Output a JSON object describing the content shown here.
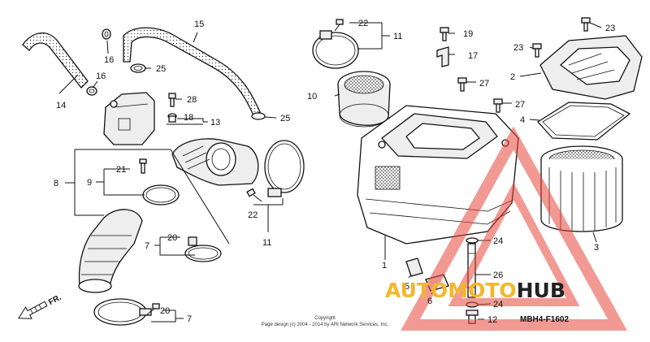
{
  "diagram": {
    "code": "MBH4-F1602",
    "direction_label": "FR.",
    "copyright_line1": "Copyright",
    "copyright_line2": "Page design (c) 2004 - 2014 by ARI Network Services, Inc.",
    "callouts": {
      "c1": "1",
      "c2": "2",
      "c3": "3",
      "c4": "4",
      "c5": "5",
      "c6": "6",
      "c7a": "7",
      "c7b": "7",
      "c8": "8",
      "c9": "9",
      "c10": "10",
      "c11a": "11",
      "c11b": "11",
      "c12": "12",
      "c13": "13",
      "c14": "14",
      "c15": "15",
      "c16a": "16",
      "c16b": "16",
      "c17": "17",
      "c18": "18",
      "c19": "19",
      "c20a": "20",
      "c20b": "20",
      "c21": "21",
      "c22a": "22",
      "c22b": "22",
      "c23a": "23",
      "c23b": "23",
      "c24a": "24",
      "c24b": "24",
      "c25a": "25",
      "c25b": "25",
      "c26": "26",
      "c27a": "27",
      "c27b": "27",
      "c28": "28"
    }
  },
  "watermark": {
    "part1": "AUTO",
    "part2": "MOTO",
    "part3": "HUB",
    "colors": {
      "orange": "#f4b62a",
      "dark": "#222222",
      "triangle": "#e8473c"
    }
  }
}
